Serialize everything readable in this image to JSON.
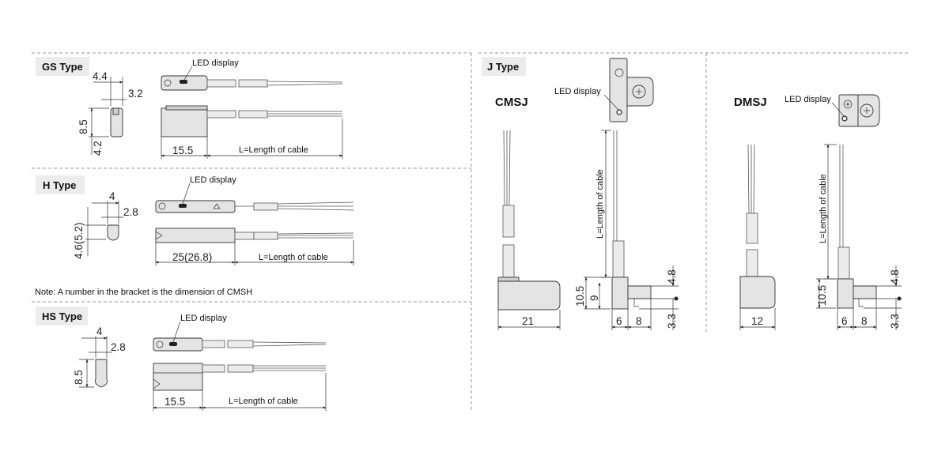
{
  "sections": {
    "gs": {
      "tag": "GS Type",
      "led": "LED display",
      "d1": "4.4",
      "d2": "3.2",
      "d3": "8.5",
      "d4": "4.2",
      "d5": "15.5",
      "cable": "L=Length of cable"
    },
    "h": {
      "tag": "H Type",
      "led": "LED display",
      "d1": "4",
      "d2": "2.8",
      "d3": "4.6(5.2)",
      "d4": "25(26.8)",
      "cable": "L=Length of cable"
    },
    "note": "Note: A number in the bracket is the dimension of CMSH",
    "hs": {
      "tag": "HS Type",
      "led": "LED display",
      "d1": "4",
      "d2": "2.8",
      "d3": "8.5",
      "d4": "15.5",
      "cable": "L=Length of cable"
    },
    "j": {
      "tag": "J Type",
      "cmsj": {
        "title": "CMSJ",
        "led": "LED display",
        "cable": "L=Length of cable",
        "d21": "21",
        "d105": "10.5",
        "d9": "9",
        "d6": "6",
        "d8": "8",
        "d48": "4.8",
        "d33": "3.3"
      },
      "dmsj": {
        "title": "DMSJ",
        "led": "LED display",
        "cable": "L=Length of cable",
        "d12": "12",
        "d105": "10.5",
        "d6": "6",
        "d8": "8",
        "d48": "4.8",
        "d33": "3.3"
      }
    }
  }
}
